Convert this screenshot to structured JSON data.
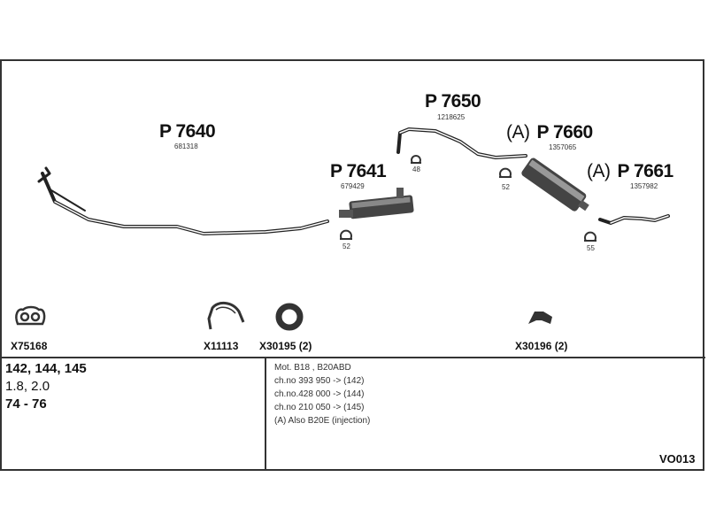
{
  "parts": [
    {
      "id": "P 7640",
      "oe": "681318",
      "prefix": ""
    },
    {
      "id": "P 7641",
      "oe": "679429",
      "prefix": ""
    },
    {
      "id": "P 7650",
      "oe": "1218625",
      "prefix": ""
    },
    {
      "id": "P 7660",
      "oe": "1357065",
      "prefix": "(A)"
    },
    {
      "id": "P 7661",
      "oe": "1357982",
      "prefix": "(A)"
    }
  ],
  "clamps": [
    "48",
    "52",
    "52",
    "55"
  ],
  "accessories": [
    "X75168",
    "X11113",
    "X30195 (2)",
    "X30196 (2)"
  ],
  "vehicle": {
    "models": "142, 144, 145",
    "engines": "1.8, 2.0",
    "years": "74 - 76"
  },
  "notes": [
    "Mot. B18 , B20ABD",
    "ch.no 393 950 -> (142)",
    "ch.no.428 000 -> (144)",
    "ch.no 210 050 -> (145)",
    "(A) Also B20E (injection)"
  ],
  "catalog_code": "VO013"
}
